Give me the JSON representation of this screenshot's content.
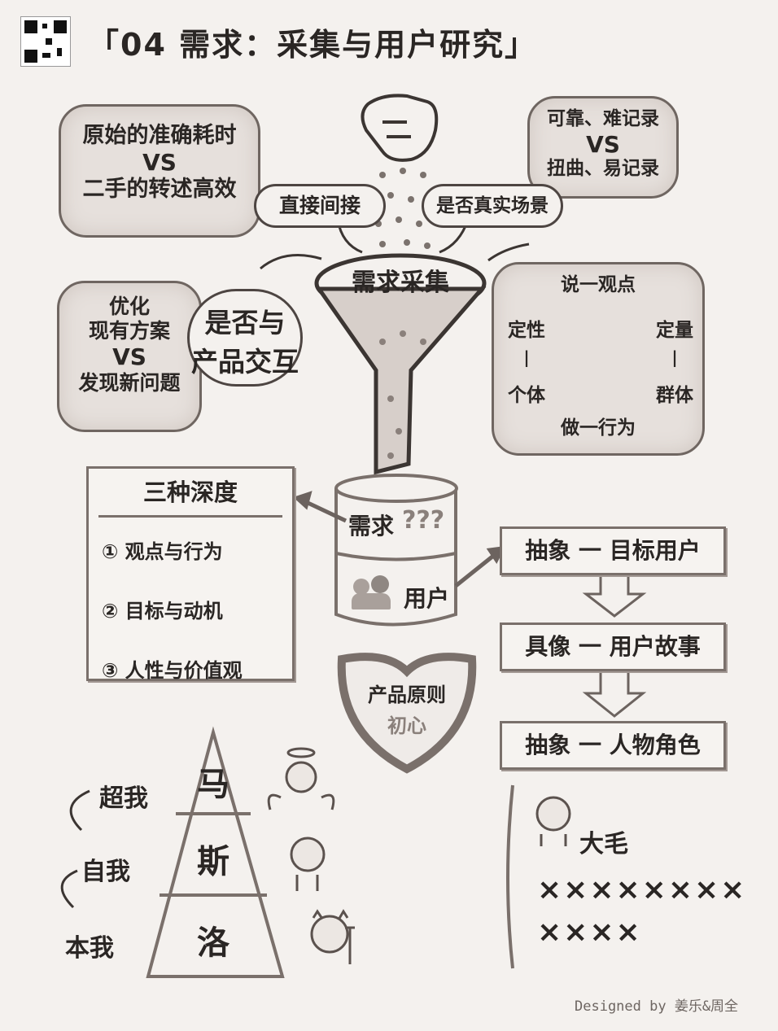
{
  "header": {
    "title": "「04 需求：采集与用户研究」"
  },
  "clouds": {
    "top_left": {
      "line1": "原始的准确耗时",
      "vs": "VS",
      "line2": "二手的转述高效"
    },
    "top_right": {
      "line1": "可靠、难记录",
      "vs": "VS",
      "line2": "扭曲、易记录"
    },
    "left": {
      "line1": "优化",
      "line2": "现有方案",
      "vs": "VS",
      "line3": "发现新问题"
    },
    "right": {
      "top": "说一观点",
      "left_top": "定性",
      "left_dash": "|",
      "left_bottom": "个体",
      "right_top": "定量",
      "right_dash": "|",
      "right_bottom": "群体",
      "bottom": "做一行为"
    }
  },
  "pills": {
    "direct": "直接间接",
    "real_scene": "是否真实场景",
    "product_interaction_l1": "是否与",
    "product_interaction_l2": "产品交互"
  },
  "funnel": {
    "label": "需求采集"
  },
  "jar": {
    "demand": "需求",
    "demand_marks": "???",
    "user": "用户"
  },
  "depth": {
    "title": "三种深度",
    "items": [
      "① 观点与行为",
      "② 目标与动机",
      "③ 人性与价值观"
    ]
  },
  "abstract": {
    "items": [
      "抽象 一 目标用户",
      "具像 一 用户故事",
      "抽象 一 人物角色"
    ]
  },
  "heart": {
    "line1": "产品原则",
    "line2": "初心"
  },
  "maslow": {
    "levels": [
      "马",
      "斯",
      "洛"
    ],
    "labels": [
      "超我",
      "自我",
      "本我"
    ]
  },
  "persona": {
    "name": "大毛",
    "row1": "××××××××",
    "row2": "××××"
  },
  "footer": {
    "credit": "Designed by 姜乐&周全"
  }
}
